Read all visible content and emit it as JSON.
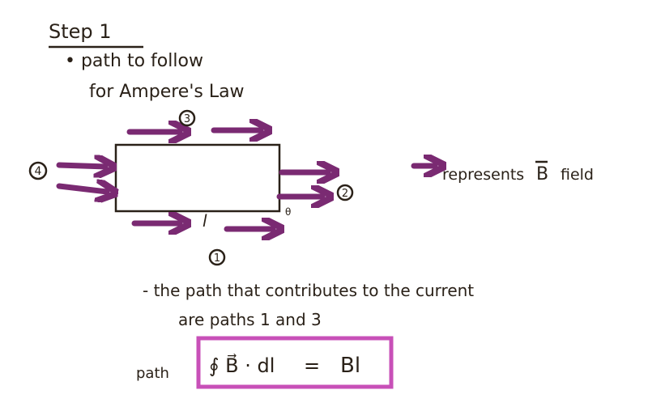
{
  "heading": "Step 1",
  "bullet": "• path to follow",
  "bullet_line2": "for Ampere's Law",
  "diagram": {
    "path_labels": [
      "1",
      "2",
      "3",
      "4"
    ],
    "length_label": "l",
    "angle_label": "θ",
    "arrow_color": "#7a2a72",
    "box_color": "#c850b8"
  },
  "legend": {
    "text": "represents",
    "symbol": "B",
    "suffix": "field"
  },
  "note_line1": "- the path that contributes to the current",
  "note_line2": "are paths 1 and 3",
  "equation": {
    "prefix": "path",
    "lhs": "∮ B⃗ · dl",
    "equals": "=",
    "rhs": "Bl"
  }
}
